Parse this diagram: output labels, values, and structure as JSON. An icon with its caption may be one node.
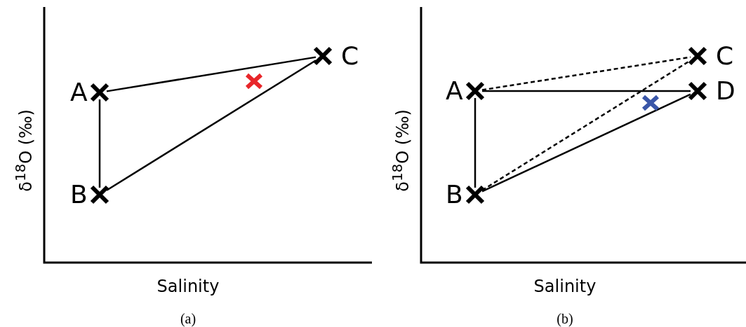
{
  "diagram": {
    "nodes": [
      {
        "text": [],
        "shape": "cross",
        "beside": [
          "A"
        ]
      },
      {
        "text": [],
        "shape": "cross",
        "beside": [
          "B"
        ]
      },
      {
        "text": [],
        "shape": "cross",
        "beside": [
          "C"
        ]
      },
      {
        "text": [],
        "shape": "cross",
        "beside": [
          "A"
        ]
      },
      {
        "text": [],
        "shape": "cross",
        "beside": [
          "B"
        ]
      },
      {
        "text": [],
        "shape": "cross",
        "beside": [
          "C"
        ]
      },
      {
        "text": [],
        "shape": "cross",
        "beside": [
          "D"
        ]
      }
    ],
    "edges": [
      {
        "from": 0,
        "to": 1,
        "arrow": "none"
      },
      {
        "from": 0,
        "to": 2,
        "arrow": "none"
      },
      {
        "from": 1,
        "to": 2,
        "arrow": "none"
      },
      {
        "from": 3,
        "to": 4,
        "arrow": "none"
      },
      {
        "from": 3,
        "to": 6,
        "arrow": "none"
      },
      {
        "from": 4,
        "to": 6,
        "arrow": "none"
      },
      {
        "from": 3,
        "to": 5,
        "arrow": "none",
        "style": "dashed"
      },
      {
        "from": 4,
        "to": 5,
        "arrow": "none",
        "style": "dashed"
      }
    ],
    "labels": [
      "δ$^{18}$O (‰)",
      "Salinity",
      "(a)",
      "δ$^{18}$O (‰)",
      "Salinity",
      "(b)"
    ]
  }
}
